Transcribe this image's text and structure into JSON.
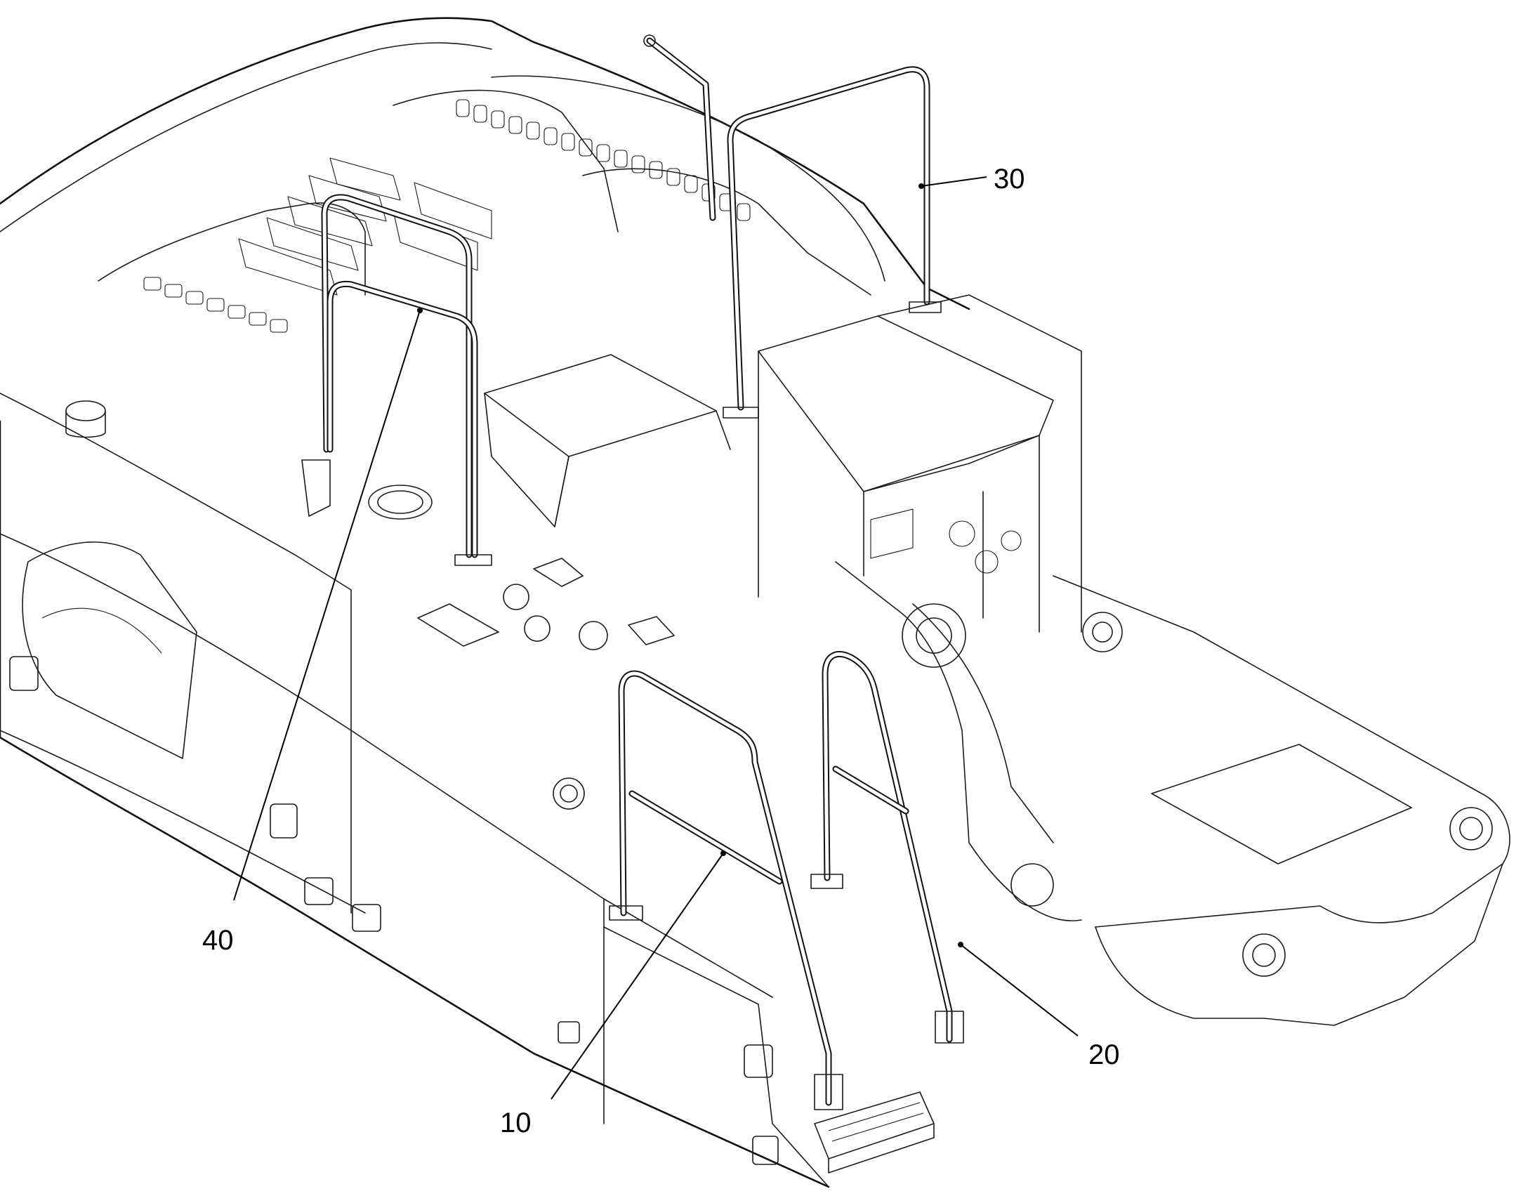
{
  "callouts": [
    {
      "id": "10",
      "label": "10"
    },
    {
      "id": "20",
      "label": "20"
    },
    {
      "id": "30",
      "label": "30"
    },
    {
      "id": "40",
      "label": "40"
    }
  ],
  "colors": {
    "line": "#1a1a1a",
    "background": "#ffffff",
    "callout_text": "#000000"
  }
}
